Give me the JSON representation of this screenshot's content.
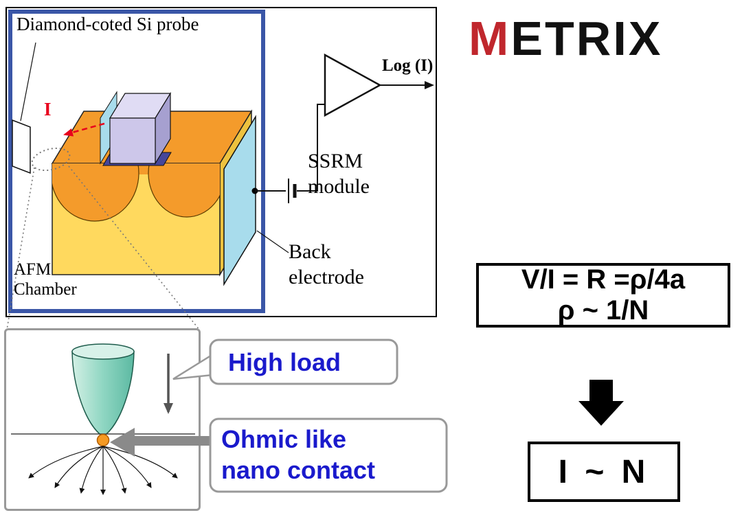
{
  "colors": {
    "chamber_border": "#3a56a7",
    "current_red": "#e8001c",
    "annotation_blue": "#1a1acc",
    "logo_red": "#c0272d",
    "sample_yellow": "#ffd95e",
    "sample_orange": "#f49b2b",
    "electrode_cyan": "#a8dcec",
    "cube_purple": "#cdc7ea",
    "tip_teal": "#8fd6c2"
  },
  "logo": {
    "m": "M",
    "rest": "ETRIX"
  },
  "apparatus": {
    "probe_label": "Diamond-coted Si probe",
    "current_symbol": "I",
    "output_label": "Log (I)",
    "ssrm": {
      "line1": "SSRM",
      "line2": "module"
    },
    "chamber": {
      "line1": "AFM",
      "line2": "Chamber"
    },
    "electrode": {
      "line1": "Back",
      "line2": "electrode"
    }
  },
  "tip_detail": {
    "high_load": "High load",
    "ohmic": {
      "line1": "Ohmic like",
      "line2": "nano contact"
    }
  },
  "equations": {
    "box1": {
      "line1": "V/I = R =ρ/4a",
      "line2": "ρ ~ 1/N"
    },
    "box2": "I ~ N"
  }
}
